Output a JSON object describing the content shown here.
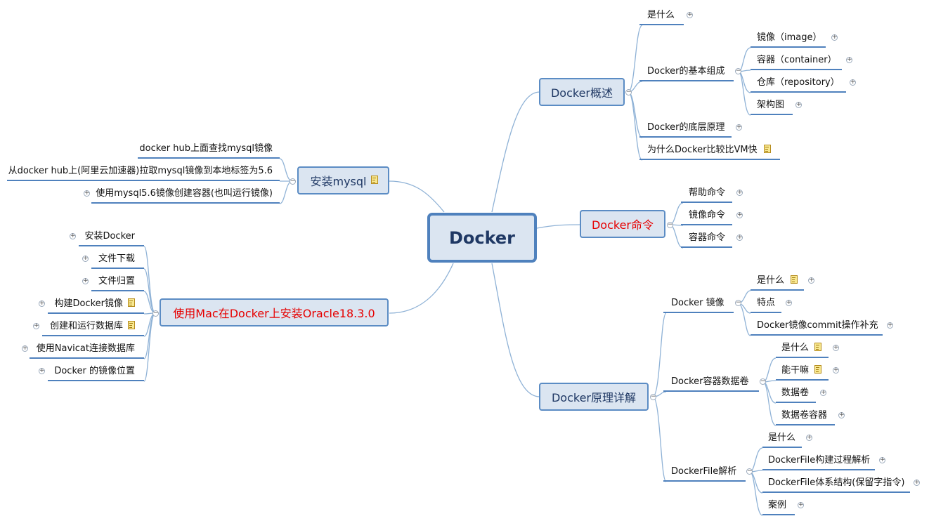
{
  "root": "Docker",
  "overview": {
    "title": "Docker概述",
    "what": "是什么",
    "components": {
      "title": "Docker的基本组成",
      "image": "镜像（image）",
      "container": "容器（container）",
      "repository": "仓库（repository）",
      "architecture": "架构图"
    },
    "underlying": "Docker的底层原理",
    "why_faster": "为什么Docker比较比VM快"
  },
  "commands": {
    "title": "Docker命令",
    "help": "帮助命令",
    "image": "镜像命令",
    "container": "容器命令"
  },
  "principles": {
    "title": "Docker原理详解",
    "image": {
      "title": "Docker 镜像",
      "what": "是什么",
      "features": "特点",
      "commit": "Docker镜像commit操作补充"
    },
    "volumes": {
      "title": "Docker容器数据卷",
      "what": "是什么",
      "usage": "能干嘛",
      "volume": "数据卷",
      "volume_container": "数据卷容器"
    },
    "dockerfile": {
      "title": "DockerFile解析",
      "what": "是什么",
      "build": "DockerFile构建过程解析",
      "structure": "DockerFile体系结构(保留字指令)",
      "cases": "案例"
    }
  },
  "mysql": {
    "title": "安装mysql",
    "search": "docker hub上面查找mysql镜像",
    "pull": "从docker hub上(阿里云加速器)拉取mysql镜像到本地标签为5.6",
    "run": "使用mysql5.6镜像创建容器(也叫运行镜像)"
  },
  "oracle": {
    "title": "使用Mac在Docker上安装Oracle18.3.0",
    "install_docker": "安装Docker",
    "download": "文件下载",
    "archive": "文件归置",
    "build_image": "构建Docker镜像",
    "create_db": "创建和运行数据库",
    "navicat": "使用Navicat连接数据库",
    "image_location": "Docker 的镜像位置"
  },
  "colors": {
    "line": "#4f81bd",
    "link": "#8fb2d6",
    "node_fill": "#dbe5f1",
    "red_text": "#e60000"
  },
  "icons": {
    "expand": "plus-icon",
    "collapse": "minus-icon",
    "note": "note-icon"
  }
}
